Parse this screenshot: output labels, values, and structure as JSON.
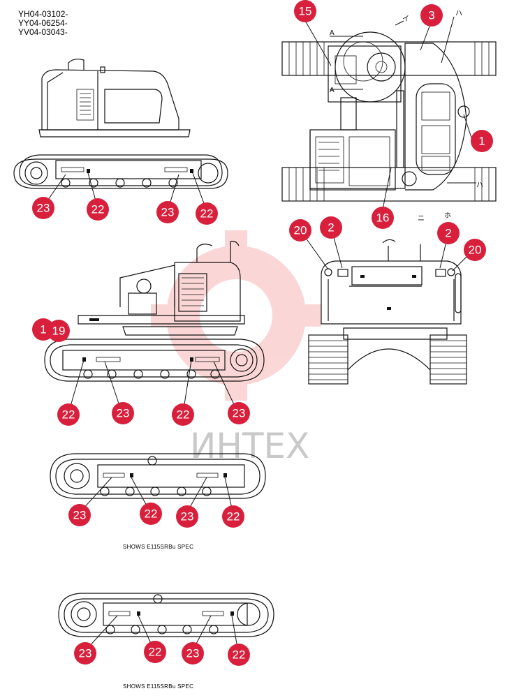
{
  "serial_numbers": [
    "YH04-03102-",
    "YY04-06254-",
    "YV04-03043-"
  ],
  "watermark": "ИНТЕХ",
  "captions": [
    "SHOWS  E115SRBu  SPEC",
    "SHOWS  E115SRBu  SPEC"
  ],
  "section_markers": [
    "A",
    "A",
    "イ",
    "ハ",
    "ニ",
    "ホ",
    "ハ"
  ],
  "accent_color": "#d81f3c",
  "callouts": [
    {
      "id": "c15",
      "label": "15"
    },
    {
      "id": "c3",
      "label": "3"
    },
    {
      "id": "c1",
      "label": "1"
    },
    {
      "id": "c16",
      "label": "16"
    },
    {
      "id": "c23a",
      "label": "23"
    },
    {
      "id": "c22a",
      "label": "22"
    },
    {
      "id": "c23b",
      "label": "23"
    },
    {
      "id": "c22b",
      "label": "22"
    },
    {
      "id": "c20a",
      "label": "20"
    },
    {
      "id": "c2a",
      "label": "2"
    },
    {
      "id": "c2b",
      "label": "2"
    },
    {
      "id": "c20b",
      "label": "20"
    },
    {
      "id": "c1b",
      "label": "1"
    },
    {
      "id": "c19",
      "label": "19"
    },
    {
      "id": "c22c",
      "label": "22"
    },
    {
      "id": "c23c",
      "label": "23"
    },
    {
      "id": "c22d",
      "label": "22"
    },
    {
      "id": "c23d",
      "label": "23"
    },
    {
      "id": "c23e",
      "label": "23"
    },
    {
      "id": "c22e",
      "label": "22"
    },
    {
      "id": "c23f",
      "label": "23"
    },
    {
      "id": "c22f",
      "label": "22"
    },
    {
      "id": "c23g",
      "label": "23"
    },
    {
      "id": "c22g",
      "label": "22"
    },
    {
      "id": "c23h",
      "label": "23"
    },
    {
      "id": "c22h",
      "label": "22"
    }
  ]
}
